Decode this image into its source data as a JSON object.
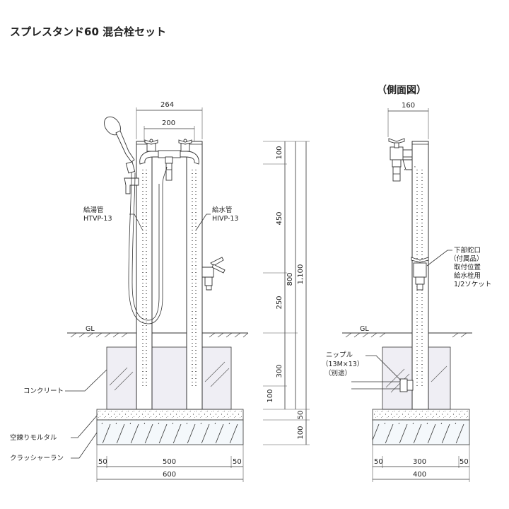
{
  "title": "スプレスタンド60 混合栓セット",
  "side_view_title": "（側面図）",
  "front_dims": {
    "top_width": "264",
    "inner_width": "200",
    "base_sub_left": "50",
    "base_sub_mid": "500",
    "base_sub_right": "50",
    "base_total": "600"
  },
  "vertical_dims": {
    "top_section": "100",
    "mid_section": "450",
    "lower_section": "250",
    "underground": "300",
    "pipe_bottom": "100",
    "mortar": "50",
    "crusher": "100",
    "above_ground_total": "800",
    "overall_total": "1,100"
  },
  "side_dims": {
    "top_width": "160",
    "base_sub_left": "50",
    "base_sub_mid": "300",
    "base_sub_right": "50",
    "base_total": "400"
  },
  "labels": {
    "hot_pipe_line1": "給湯管",
    "hot_pipe_line2": "HTVP-13",
    "cold_pipe_line1": "給水管",
    "cold_pipe_line2": "HIVP-13",
    "ground_front": "GL",
    "ground_side": "GL",
    "concrete": "コンクリート",
    "mortar": "空練りモルタル",
    "crusher_run": "クラッシャーラン",
    "lower_faucet_line1": "下部蛇口",
    "lower_faucet_line2": "（付属品）",
    "lower_faucet_line3": "取付位置",
    "lower_faucet_line4": "給水栓用",
    "lower_faucet_line5": "1/2ソケット",
    "nipple_line1": "ニップル",
    "nipple_line2": "（13M×13）",
    "nipple_line3": "（別途）"
  }
}
